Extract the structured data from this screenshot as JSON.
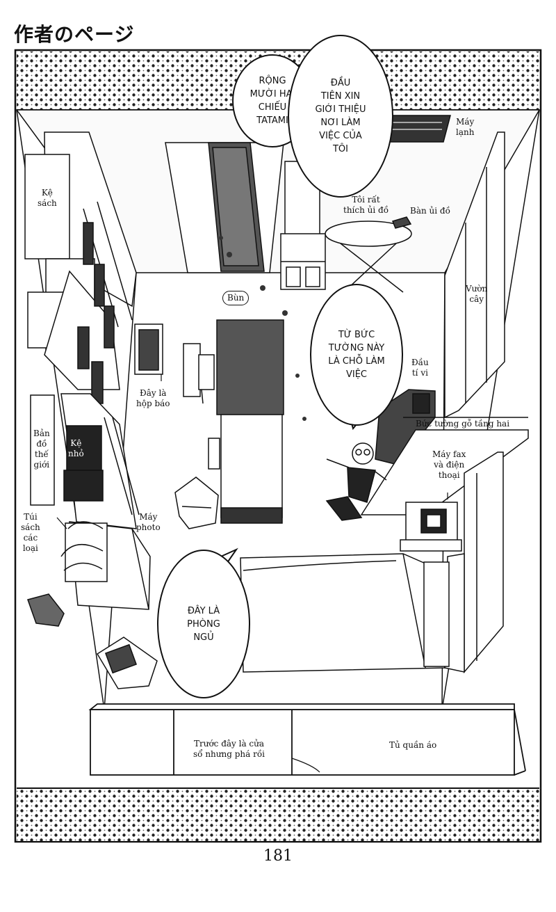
{
  "header": {
    "title": "作者のページ"
  },
  "page_number": "181",
  "bubbles": {
    "tatami": "RỘNG\nMƯỜI HAI\nCHIẾU\nTATAMI",
    "intro": "ĐẦU\nTIÊN XIN\nGIỚI THIỆU\nNƠI LÀM\nVIỆC CỦA\nTÔI",
    "workplace": "TỪ BỨC\nTƯỜNG NÀY\nLÀ CHỖ LÀM\nVIỆC",
    "bedroom": "ĐÂY LÀ\nPHÒNG\nNGỦ"
  },
  "labels": {
    "aircon": "Máy\nlạnh",
    "bookshelf": "Kệ\nsách",
    "like_ironing": "Tôi rất\nthích ủi đồ",
    "ironing_board": "Bàn ủi đồ",
    "garden": "Vườn\ncây",
    "bun": "Bùn",
    "tv": "Đầu\ntí vi",
    "newspaper_box": "Đây là\nhộp báo",
    "second_floor_wall": "Bức tường gỗ tầng hai",
    "world_map": "Bản\nđồ\nthế\ngiới",
    "small_shelf": "Kệ\nnhỏ",
    "fax_phone": "Máy fax\nvà điện\nthoại",
    "bags": "Túi\nsách\ncác\nloại",
    "copier": "Máy\nphoto",
    "window_note": "Trước đây là cửa\nsổ nhưng phá rồi",
    "wardrobe": "Tủ quần áo"
  }
}
